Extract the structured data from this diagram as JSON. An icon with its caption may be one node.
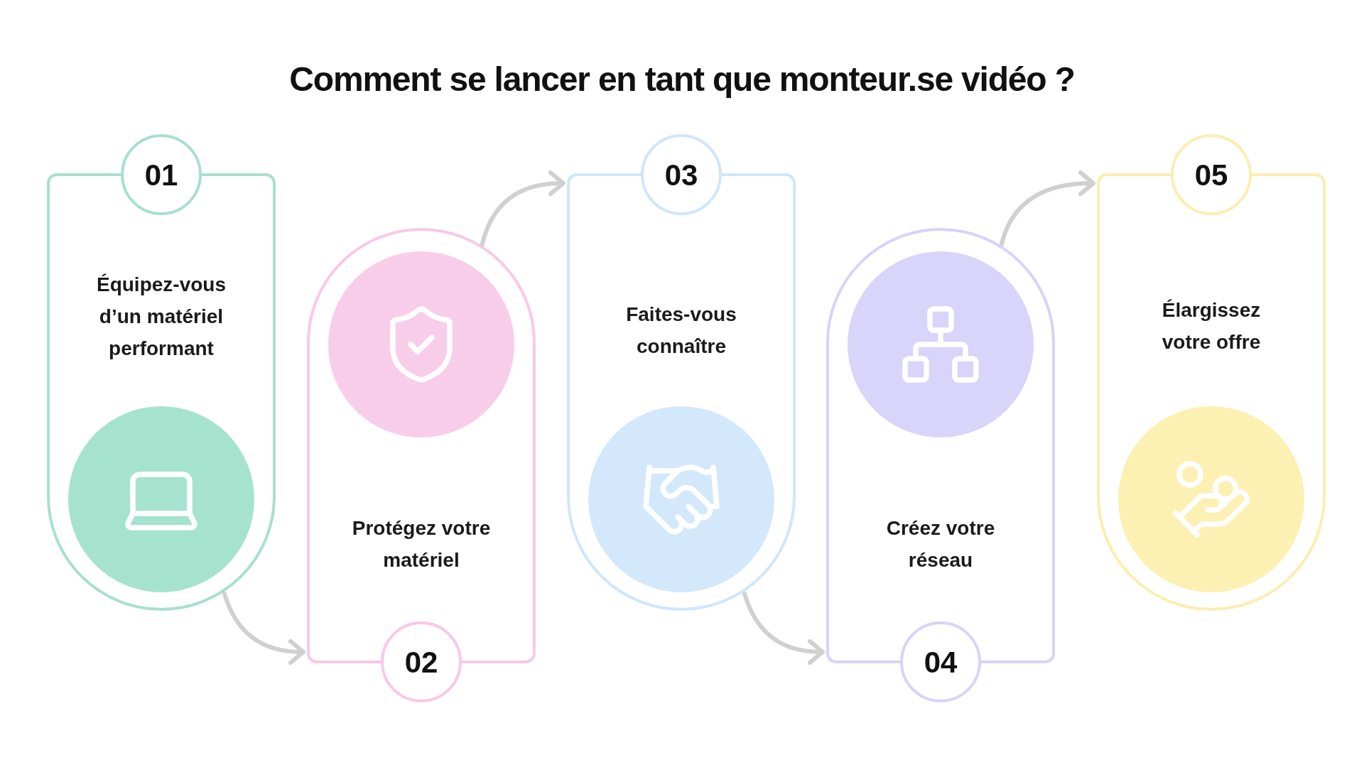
{
  "diagram": {
    "title": "Comment se lancer en tant que monteur.se vidéo ?",
    "nodes": [
      {
        "text": [
          "01",
          "Équipez-vous d’un matériel performant"
        ]
      },
      {
        "text": [
          "Protégez votre matériel",
          "02"
        ]
      },
      {
        "text": [
          "03",
          "Faites-vous connaître"
        ]
      },
      {
        "text": [
          "Créez votre réseau",
          "04"
        ]
      },
      {
        "text": [
          "05",
          "Élargissez votre offre"
        ]
      }
    ],
    "edges": [
      {
        "from": 0,
        "to": 1,
        "arrow": "to"
      },
      {
        "from": 1,
        "to": 2,
        "arrow": "to"
      },
      {
        "from": 2,
        "to": 3,
        "arrow": "to"
      },
      {
        "from": 3,
        "to": 4,
        "arrow": "to"
      }
    ]
  }
}
